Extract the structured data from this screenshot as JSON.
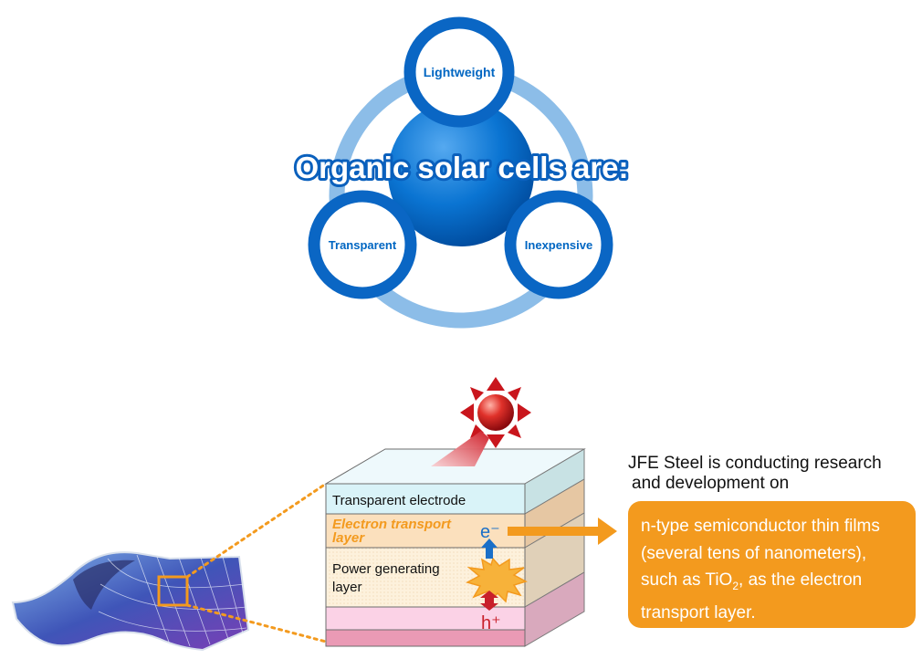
{
  "hub": {
    "title": "Organic solar cells are:",
    "nodes": [
      "Lightweight",
      "Transparent",
      "Inexpensive"
    ]
  },
  "layers": {
    "transparent_electrode": "Transparent electrode",
    "electron_transport_line1": "Electron transport",
    "electron_transport_line2": "layer",
    "power_line1": "Power generating",
    "power_line2": "layer",
    "electron": "e⁻",
    "hole": "h⁺"
  },
  "caption": {
    "line1": "JFE Steel is conducting research",
    "line2": "and development on"
  },
  "callout": {
    "line1": "n-type semiconductor thin films",
    "line2": "(several tens of nanometers),",
    "line3_before": "such as TiO",
    "line3_sub": "2",
    "line3_after": ", as the electron",
    "line4": "transport layer."
  },
  "colors": {
    "blue_dark": "#0066c2",
    "blue_ring": "#8cbde8",
    "orange": "#f39a1e",
    "sun_red": "#c9161d",
    "electrode_cyan": "#d9f3f8",
    "etl_peach": "#fbe0bd",
    "pgl_cream": "#fdf1dc",
    "pink": "#fbd2e6",
    "arrow_blue": "#1a6fc8",
    "arrow_red": "#c8202a"
  },
  "icons": [
    "sun-icon",
    "solar-panel-image",
    "burst-icon"
  ]
}
